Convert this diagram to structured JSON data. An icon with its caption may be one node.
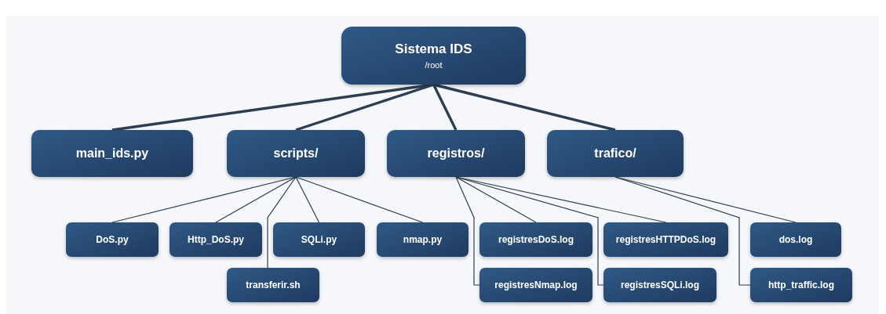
{
  "diagram": {
    "nodes": [
      {
        "text": [
          "Sistema IDS",
          "/root"
        ]
      },
      {
        "text": [
          "main_ids.py"
        ]
      },
      {
        "text": [
          "scripts/"
        ]
      },
      {
        "text": [
          "registros/"
        ]
      },
      {
        "text": [
          "trafico/"
        ]
      },
      {
        "text": [
          "DoS.py"
        ]
      },
      {
        "text": [
          "Http_DoS.py"
        ]
      },
      {
        "text": [
          "SQLi.py"
        ]
      },
      {
        "text": [
          "nmap.py"
        ]
      },
      {
        "text": [
          "registresDoS.log"
        ]
      },
      {
        "text": [
          "registresHTTPDoS.log"
        ]
      },
      {
        "text": [
          "dos.log"
        ]
      },
      {
        "text": [
          "transferir.sh"
        ]
      },
      {
        "text": [
          "registresNmap.log"
        ]
      },
      {
        "text": [
          "registresSQLi.log"
        ]
      },
      {
        "text": [
          "http_traffic.log"
        ]
      }
    ],
    "edges": [
      {
        "from": 0,
        "to": 1,
        "arrow": "none",
        "style": "thick"
      },
      {
        "from": 0,
        "to": 2,
        "arrow": "none",
        "style": "thick"
      },
      {
        "from": 0,
        "to": 3,
        "arrow": "none",
        "style": "thick"
      },
      {
        "from": 0,
        "to": 4,
        "arrow": "none",
        "style": "thick"
      },
      {
        "from": 2,
        "to": 5,
        "arrow": "none"
      },
      {
        "from": 2,
        "to": 6,
        "arrow": "none"
      },
      {
        "from": 2,
        "to": 7,
        "arrow": "none"
      },
      {
        "from": 2,
        "to": 8,
        "arrow": "none"
      },
      {
        "from": 2,
        "to": 12,
        "arrow": "none"
      },
      {
        "from": 3,
        "to": 9,
        "arrow": "none"
      },
      {
        "from": 3,
        "to": 10,
        "arrow": "none"
      },
      {
        "from": 3,
        "to": 13,
        "arrow": "none"
      },
      {
        "from": 3,
        "to": 14,
        "arrow": "none"
      },
      {
        "from": 4,
        "to": 11,
        "arrow": "none"
      },
      {
        "from": 4,
        "to": 15,
        "arrow": "none"
      }
    ]
  }
}
